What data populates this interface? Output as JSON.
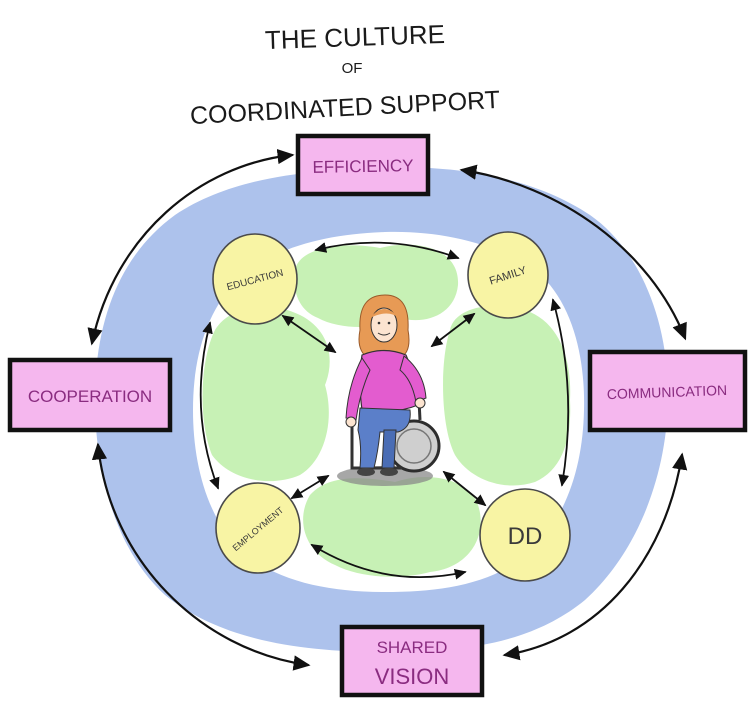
{
  "title": {
    "line1": "THE CULTURE",
    "line2": "OF",
    "line3": "COORDINATED SUPPORT"
  },
  "boxes": {
    "efficiency": "EFFICIENCY",
    "cooperation": "COOPERATION",
    "communication": "COMMUNICATION",
    "shared_vision": {
      "line1": "SHARED",
      "line2": "VISION"
    }
  },
  "circles": {
    "education": "EDUCATION",
    "family": "FAMILY",
    "employment": "EMPLOYMENT",
    "dd": "DD"
  },
  "center_icon": "person-in-wheelchair-icon",
  "colors": {
    "box_fill": "#f5b7ee",
    "box_text": "#8a2c80",
    "ring": "#adc2ec",
    "inner_area": "#c7f1b5",
    "circle_fill": "#f8f4a4",
    "arrow": "#111111"
  }
}
